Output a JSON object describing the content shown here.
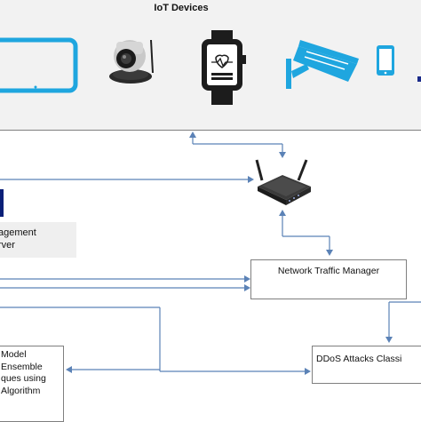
{
  "devices_panel": {
    "title": "IoT Devices"
  },
  "management_server": {
    "line1": "agement",
    "line2": "rver"
  },
  "network_traffic_manager": {
    "label": "Network Traffic Manager"
  },
  "ddos_classifier": {
    "label": "DDoS Attacks Classi"
  },
  "model_box": {
    "lines": [
      "Model",
      "Ensemble",
      "ques using",
      "Algorithm"
    ]
  },
  "colors": {
    "panel_bg": "#f2f2f2",
    "border": "#7f7f7f",
    "connector": "#5b82b6",
    "icon_blue": "#1fa6df",
    "dark": "#1c1c1c",
    "accent_dark_blue": "#0a1f78"
  }
}
